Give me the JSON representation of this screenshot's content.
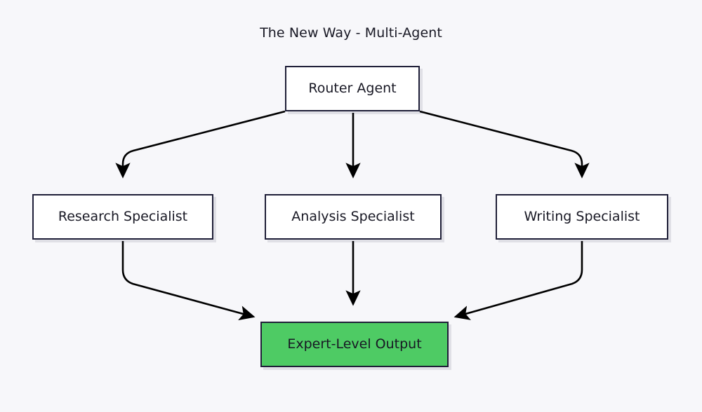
{
  "diagram": {
    "title": "The New Way - Multi-Agent",
    "type": "flowchart",
    "direction": "top-down",
    "background_color": "#f7f7fa",
    "node_border_color": "#1f1f38",
    "node_text_color": "#181824",
    "edge_color": "#000000",
    "accent_color": "#4ecb64",
    "nodes": [
      {
        "id": "router",
        "label": "Router Agent",
        "fill": "#ffffff",
        "level": 0
      },
      {
        "id": "research",
        "label": "Research Specialist",
        "fill": "#ffffff",
        "level": 1
      },
      {
        "id": "analysis",
        "label": "Analysis Specialist",
        "fill": "#ffffff",
        "level": 1
      },
      {
        "id": "writing",
        "label": "Writing Specialist",
        "fill": "#ffffff",
        "level": 1
      },
      {
        "id": "output",
        "label": "Expert-Level Output",
        "fill": "#4ecb64",
        "level": 2
      }
    ],
    "edges": [
      {
        "from": "router",
        "to": "research",
        "style": "curved-arrow"
      },
      {
        "from": "router",
        "to": "analysis",
        "style": "straight-arrow"
      },
      {
        "from": "router",
        "to": "writing",
        "style": "curved-arrow"
      },
      {
        "from": "research",
        "to": "output",
        "style": "curved-arrow"
      },
      {
        "from": "analysis",
        "to": "output",
        "style": "straight-arrow"
      },
      {
        "from": "writing",
        "to": "output",
        "style": "curved-arrow"
      }
    ]
  }
}
